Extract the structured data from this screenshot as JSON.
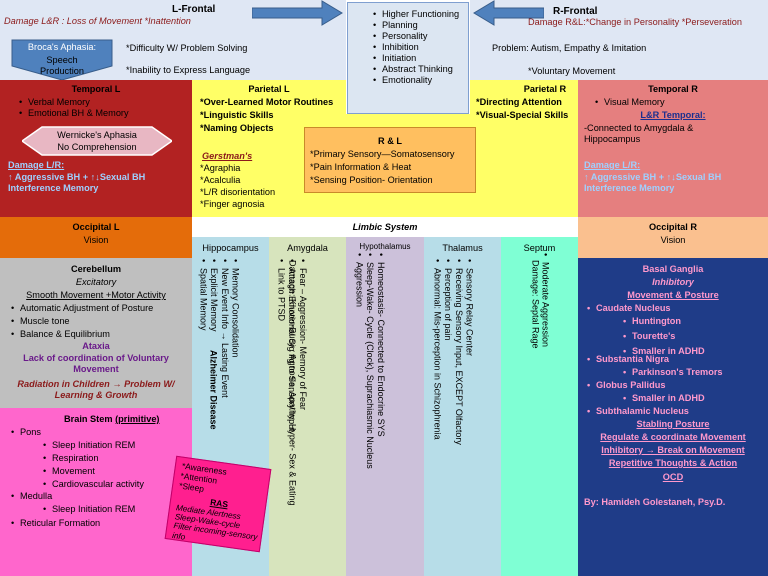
{
  "frontal_left": {
    "title": "L-Frontal",
    "damage": "Damage L&R : Loss of Movement *Inattention",
    "brocas_title": "Broca's Aphasia:",
    "brocas_text": "Speech Production",
    "items": [
      "*Difficulty W/ Problem Solving",
      "*Inability to Express Language"
    ]
  },
  "frontal_center": {
    "items": [
      "Higher Functioning",
      "Planning",
      "Personality",
      "Inhibition",
      "Initiation",
      "Abstract Thinking",
      "Emotionality"
    ]
  },
  "frontal_right": {
    "title": "R-Frontal",
    "damage": "Damage R&L:*Change in Personality *Perseveration",
    "problem": "Problem: Autism, Empathy & Imitation",
    "voluntary": "*Voluntary Movement"
  },
  "temporal_left": {
    "title": "Temporal L",
    "items": [
      "Verbal Memory",
      "Emotional BH & Memory"
    ],
    "wernicke_title": "Wernicke's Aphasia",
    "wernicke_text": "No Comprehension",
    "damage_title": "Damage L/R:",
    "damage_text": "↑ Aggressive BH + ↑↓Sexual BH Interference Memory"
  },
  "parietal_left": {
    "title": "Parietal L",
    "items": [
      "*Over-Learned Motor Routines",
      "*Linguistic Skills",
      "*Naming Objects"
    ],
    "gerstmann_title": "Gerstman's",
    "gerstmann_items": [
      "*Agraphia",
      "*Acalculia",
      "*L/R disorientation",
      "*Finger agnosia"
    ]
  },
  "parietal_both": {
    "title": "R & L",
    "items": [
      "*Primary Sensory—Somatosensory",
      "*Pain Information & Heat",
      "*Sensing Position- Orientation"
    ]
  },
  "parietal_right": {
    "title": "Parietal R",
    "items": [
      "*Directing Attention",
      "*Visual-Special Skills"
    ]
  },
  "temporal_right": {
    "title": "Temporal R",
    "item": "Visual Memory",
    "lr_title": "L&R Temporal:",
    "lr_text": "-Connected to Amygdala & Hippocampus",
    "damage_title": "Damage L/R:",
    "damage_text": "↑ Aggressive BH + ↑↓Sexual BH Interference Memory"
  },
  "occipital_left": {
    "title": "Occipital L",
    "text": "Vision"
  },
  "occipital_right": {
    "title": "Occipital R",
    "text": "Vision"
  },
  "limbic": {
    "title": "Limbic System",
    "hippocampus": {
      "title": "Hippocampus",
      "items": [
        "Memory Consolidation",
        "New Event Info → Lasting Event",
        "Explicit Memory",
        "Spatial Memory"
      ],
      "note": "Alzheimer Disease"
    },
    "amygdala": {
      "title": "Amygdala",
      "items": [
        "Fear – Aggression- Memory of Fear",
        "Attach Emotional Sig fig to Sensory Input",
        "Link to PTSD"
      ],
      "note": "Damage: Kluver-Bucy : Agnosia, Apathy, Hyper- Sex & Eating"
    },
    "hypothalamus": {
      "title": "Hypothalamus",
      "items": [
        "Homeostasis- Connected to Endocrine SYS",
        "Sleep-Wake- Cycle (Clock), Suprachiasmic Nucleus",
        "Aggression"
      ]
    },
    "thalamus": {
      "title": "Thalamus",
      "items": [
        "Sensory Relay Center",
        "Receiving Sensory Input, EXCEPT Olfactory",
        "Perception of pain",
        "Abnormal: Mis-perception in Schizophrenia"
      ]
    },
    "septum": {
      "title": "Septum",
      "items": [
        "Moderate Aggression"
      ],
      "note": "Damage: Septal Rage"
    }
  },
  "cerebellum": {
    "title": "Cerebellum",
    "subtitle": "Excitatory",
    "headline": "Smooth Movement +Motor Activity",
    "items": [
      "Automatic Adjustment of Posture",
      "Muscle tone",
      "Balance & Equilibrium"
    ],
    "ataxia_title": "Ataxia",
    "ataxia_text": "Lack of coordination of Voluntary Movement",
    "radiation": "Radiation in Children → Problem W/ Learning & Growth"
  },
  "brainstem": {
    "title": "Brain Stem",
    "title_suffix": "(primitive)",
    "pons": "Pons",
    "pons_items": [
      "Sleep Initiation REM",
      "Respiration",
      "Movement",
      "Cardiovascular activity"
    ],
    "medulla": "Medulla",
    "medulla_items": [
      "Sleep Initiation REM"
    ],
    "reticular": "Reticular Formation"
  },
  "ras": {
    "items": [
      "*Awareness",
      "*Attention",
      "*Sleep"
    ],
    "title": "RAS",
    "text": "Mediate Alertness Sleep-Wake-cycle Filter incoming-sensory info"
  },
  "basal_ganglia": {
    "title": "Basal Ganglia",
    "subtitle": "Inhibitory",
    "headline": "Movement & Posture",
    "caudate": "Caudate Nucleus",
    "caudate_items": [
      "Huntington",
      "Tourette's",
      "Smaller in ADHD"
    ],
    "nigra": "Substantia Nigra",
    "nigra_items": [
      "Parkinson's Tremors"
    ],
    "pallidus": "Globus Pallidus",
    "pallidus_items": [
      "Smaller in ADHD"
    ],
    "subthalamic": "Subthalamic Nucleus",
    "bottom": [
      "Stabling Posture",
      "Regulate & coordinate Movement",
      "Inhibitory → Break on Movement",
      "Repetitive Thoughts & Action",
      "OCD"
    ],
    "author": "By: Hamideh Golestaneh, Psy.D."
  }
}
